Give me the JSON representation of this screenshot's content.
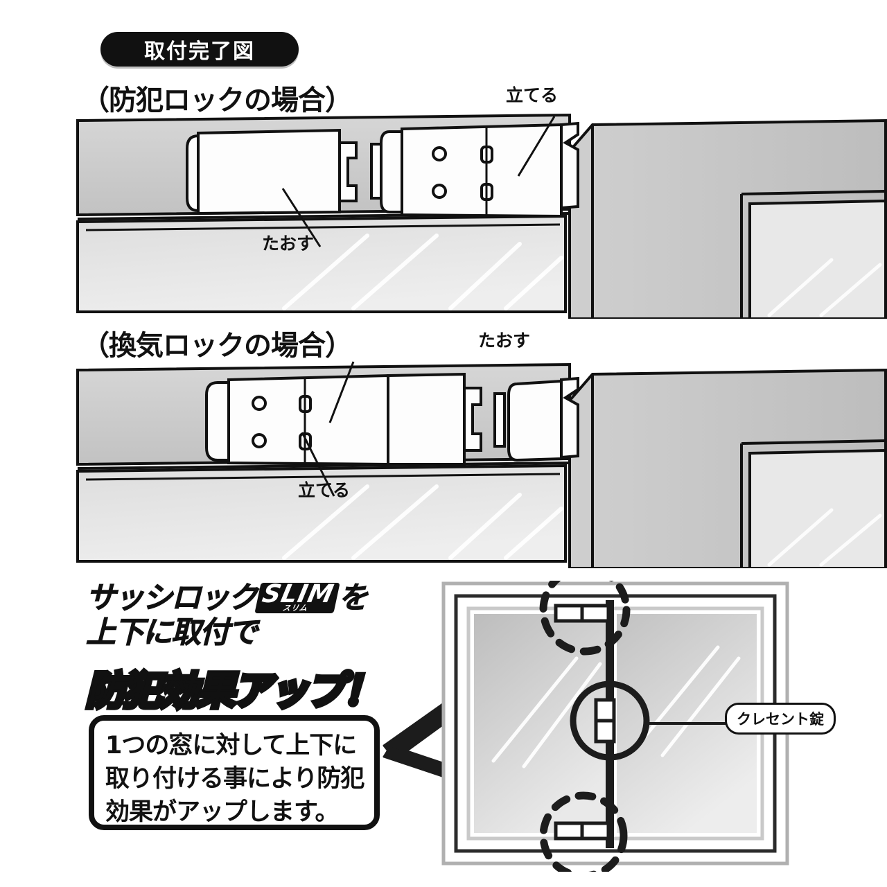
{
  "header": {
    "badge_label": "取付完了図"
  },
  "panels": [
    {
      "title": "（防犯ロックの場合）",
      "labels": {
        "stand": "立てる",
        "lay": "たおす"
      }
    },
    {
      "title": "（換気ロックの場合）",
      "labels": {
        "lay": "たおす",
        "stand": "立てる"
      }
    }
  ],
  "promo": {
    "line1_a": "サッシロック",
    "logo": "SLIM",
    "logo_ruby": "スリム",
    "line1_b": "を",
    "line2": "上下に取付で",
    "headline": "防犯効果アップ！",
    "body_lines": [
      "1つの窓に対して上下に",
      "取り付ける事により防犯",
      "効果がアップします。"
    ]
  },
  "window_diagram": {
    "crescent_label": "クレセント錠"
  },
  "colors": {
    "ink": "#111111",
    "rail_gray": "#c8c8c8",
    "glass_gray": "#e2e2e2",
    "frame_gray": "#c4c4c4",
    "paper": "#ffffff"
  }
}
